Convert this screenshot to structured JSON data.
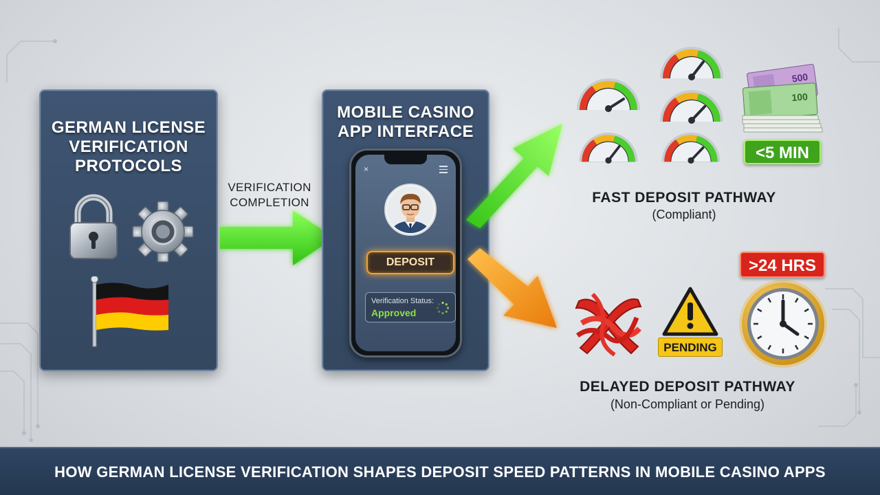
{
  "left_panel": {
    "title_line1": "GERMAN LICENSE",
    "title_line2": "VERIFICATION",
    "title_line3": "PROTOCOLS",
    "icons": [
      "padlock-icon",
      "gear-icon",
      "german-flag-icon"
    ]
  },
  "connector": {
    "label_line1": "VERIFICATION",
    "label_line2": "COMPLETION"
  },
  "app_panel": {
    "title_line1": "MOBILE CASINO",
    "title_line2": "APP INTERFACE",
    "close_glyph": "×",
    "deposit_label": "DEPOSIT",
    "status_label": "Verification Status:",
    "status_value": "Approved"
  },
  "fast_path": {
    "badge": "<5 MIN",
    "title": "FAST DEPOSIT PATHWAY",
    "subtitle": "(Compliant)",
    "icons": [
      "speedometer-icon",
      "euro-banknotes-icon"
    ]
  },
  "slow_path": {
    "badge": ">24 HRS",
    "pending_label": "PENDING",
    "title": "DELAYED DEPOSIT PATHWAY",
    "subtitle": "(Non-Compliant or Pending)",
    "icons": [
      "tangled-x-icon",
      "warning-triangle-icon",
      "clock-icon"
    ]
  },
  "footer": {
    "caption": "HOW GERMAN LICENSE VERIFICATION SHAPES DEPOSIT SPEED PATTERNS IN MOBILE CASINO APPS"
  },
  "colors": {
    "panel": "#3f5573",
    "fast_arrow": "#4fe024",
    "slow_arrow": "#f29a1c",
    "fast_badge": "#3fa31c",
    "slow_badge": "#d7241c",
    "pending": "#f5c518",
    "footer": "#2a3f5b"
  }
}
